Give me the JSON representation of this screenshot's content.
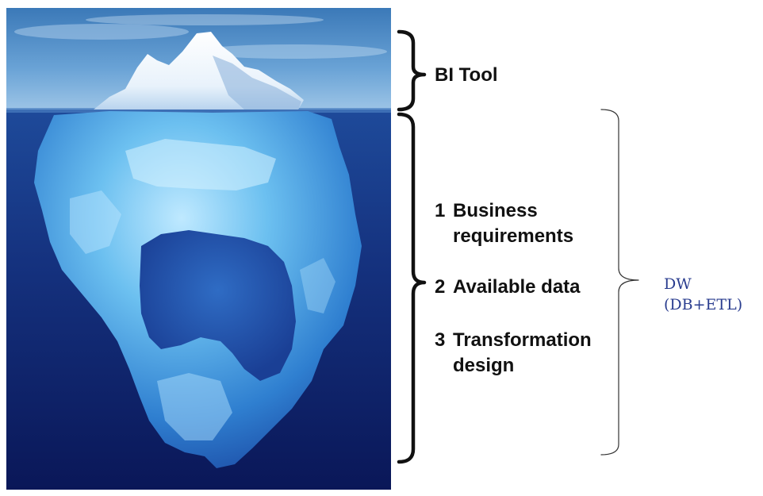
{
  "diagram": {
    "tip_label": "BI Tool",
    "submerged_items": [
      {
        "number": "1",
        "line1": "Business",
        "line2": "requirements"
      },
      {
        "number": "2",
        "line1": "Available data",
        "line2": ""
      },
      {
        "number": "3",
        "line1": "Transformation",
        "line2": "design"
      }
    ],
    "outer_label": {
      "line1": "DW",
      "line2": "(DB+ETL)"
    }
  },
  "colors": {
    "sky_top": "#3b79b8",
    "sky_bottom": "#8fbbe2",
    "water_top": "#1b3d8c",
    "water_bottom": "#0a1a5c",
    "ice": "#5fb2ea",
    "ice_highlight": "#cfefff",
    "bracket_bold": "#111111",
    "bracket_thin": "#333333",
    "dw_text": "#2a3d8f"
  }
}
